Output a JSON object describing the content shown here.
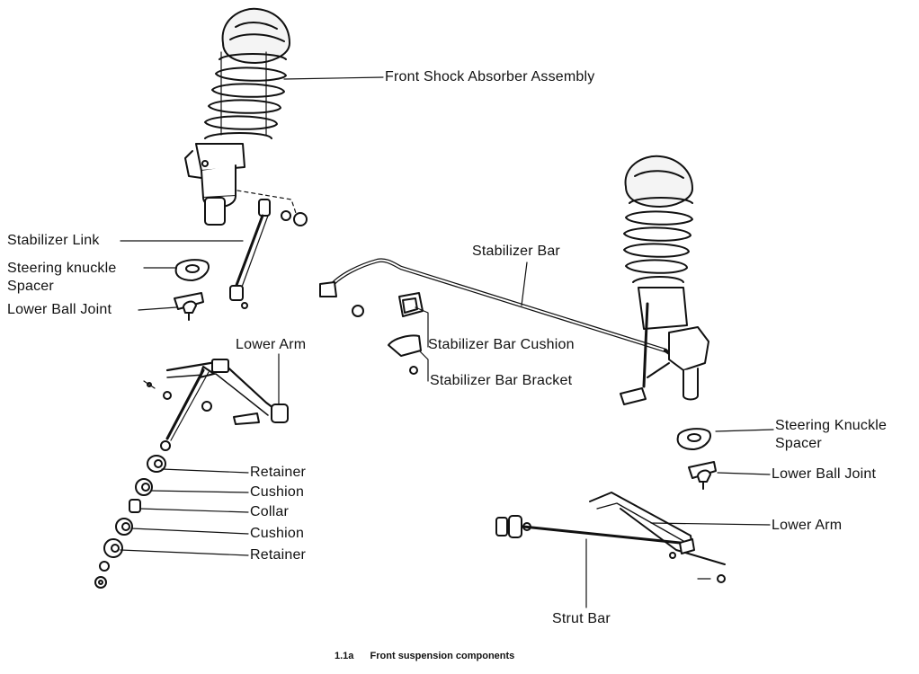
{
  "labels": {
    "front_shock": "Front Shock Absorber Assembly",
    "stabilizer_link": "Stabilizer Link",
    "steering_knuckle_left_1": "Steering knuckle",
    "steering_knuckle_left_2": "Spacer",
    "lower_ball_joint_left": "Lower Ball Joint",
    "lower_arm_left": "Lower Arm",
    "retainer_1": "Retainer",
    "cushion_1": "Cushion",
    "collar": "Collar",
    "cushion_2": "Cushion",
    "retainer_2": "Retainer",
    "stabilizer_bar": "Stabilizer Bar",
    "stabilizer_bar_cushion": "Stabilizer Bar Cushion",
    "stabilizer_bar_bracket": "Stabilizer Bar Bracket",
    "steering_knuckle_right_1": "Steering Knuckle",
    "steering_knuckle_right_2": "Spacer",
    "lower_ball_joint_right": "Lower Ball Joint",
    "lower_arm_right": "Lower Arm",
    "strut_bar": "Strut Bar"
  },
  "caption": {
    "number": "1.1a",
    "text": "Front suspension components"
  }
}
